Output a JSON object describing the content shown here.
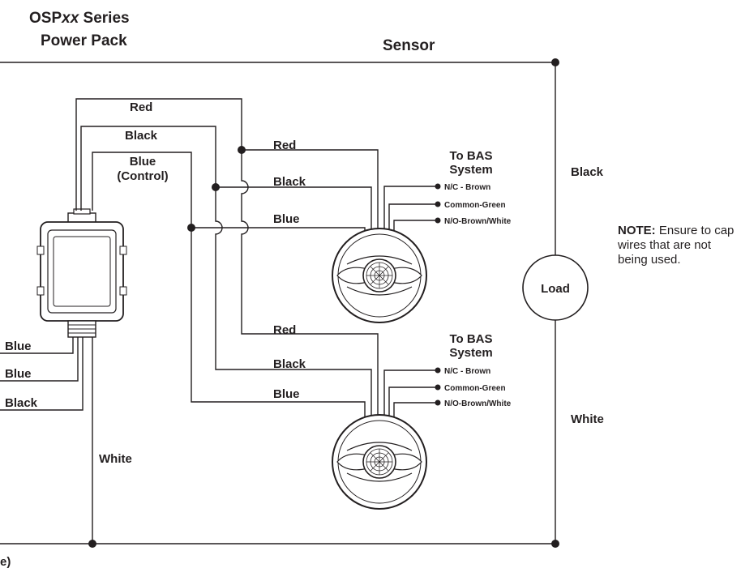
{
  "title": {
    "line1_prefix": "OSP",
    "line1_italic": "xx",
    "line1_suffix": " Series",
    "line2": "Power Pack"
  },
  "sensor_header": "Sensor",
  "pack_wires": {
    "red": "Red",
    "black": "Black",
    "blue": "Blue",
    "blue_control": "(Control)"
  },
  "sensor1_wires": {
    "red": "Red",
    "black": "Black",
    "blue": "Blue"
  },
  "sensor2_wires": {
    "red": "Red",
    "black": "Black",
    "blue": "Blue"
  },
  "bas1": {
    "title1": "To BAS",
    "title2": "System",
    "nc": "N/C - Brown",
    "common": "Common-Green",
    "no": "N/O-Brown/White"
  },
  "bas2": {
    "title1": "To BAS",
    "title2": "System",
    "nc": "N/C - Brown",
    "common": "Common-Green",
    "no": "N/O-Brown/White"
  },
  "pack_bottom_wires": {
    "w1": "Blue",
    "w2": "Blue",
    "w3": "Black",
    "white": "White"
  },
  "load": {
    "label": "Load",
    "top_wire": "Black",
    "bottom_wire": "White"
  },
  "note": {
    "bold": "NOTE:",
    "text": " Ensure to cap wires that are not being used."
  },
  "bottom_partial": "e)"
}
